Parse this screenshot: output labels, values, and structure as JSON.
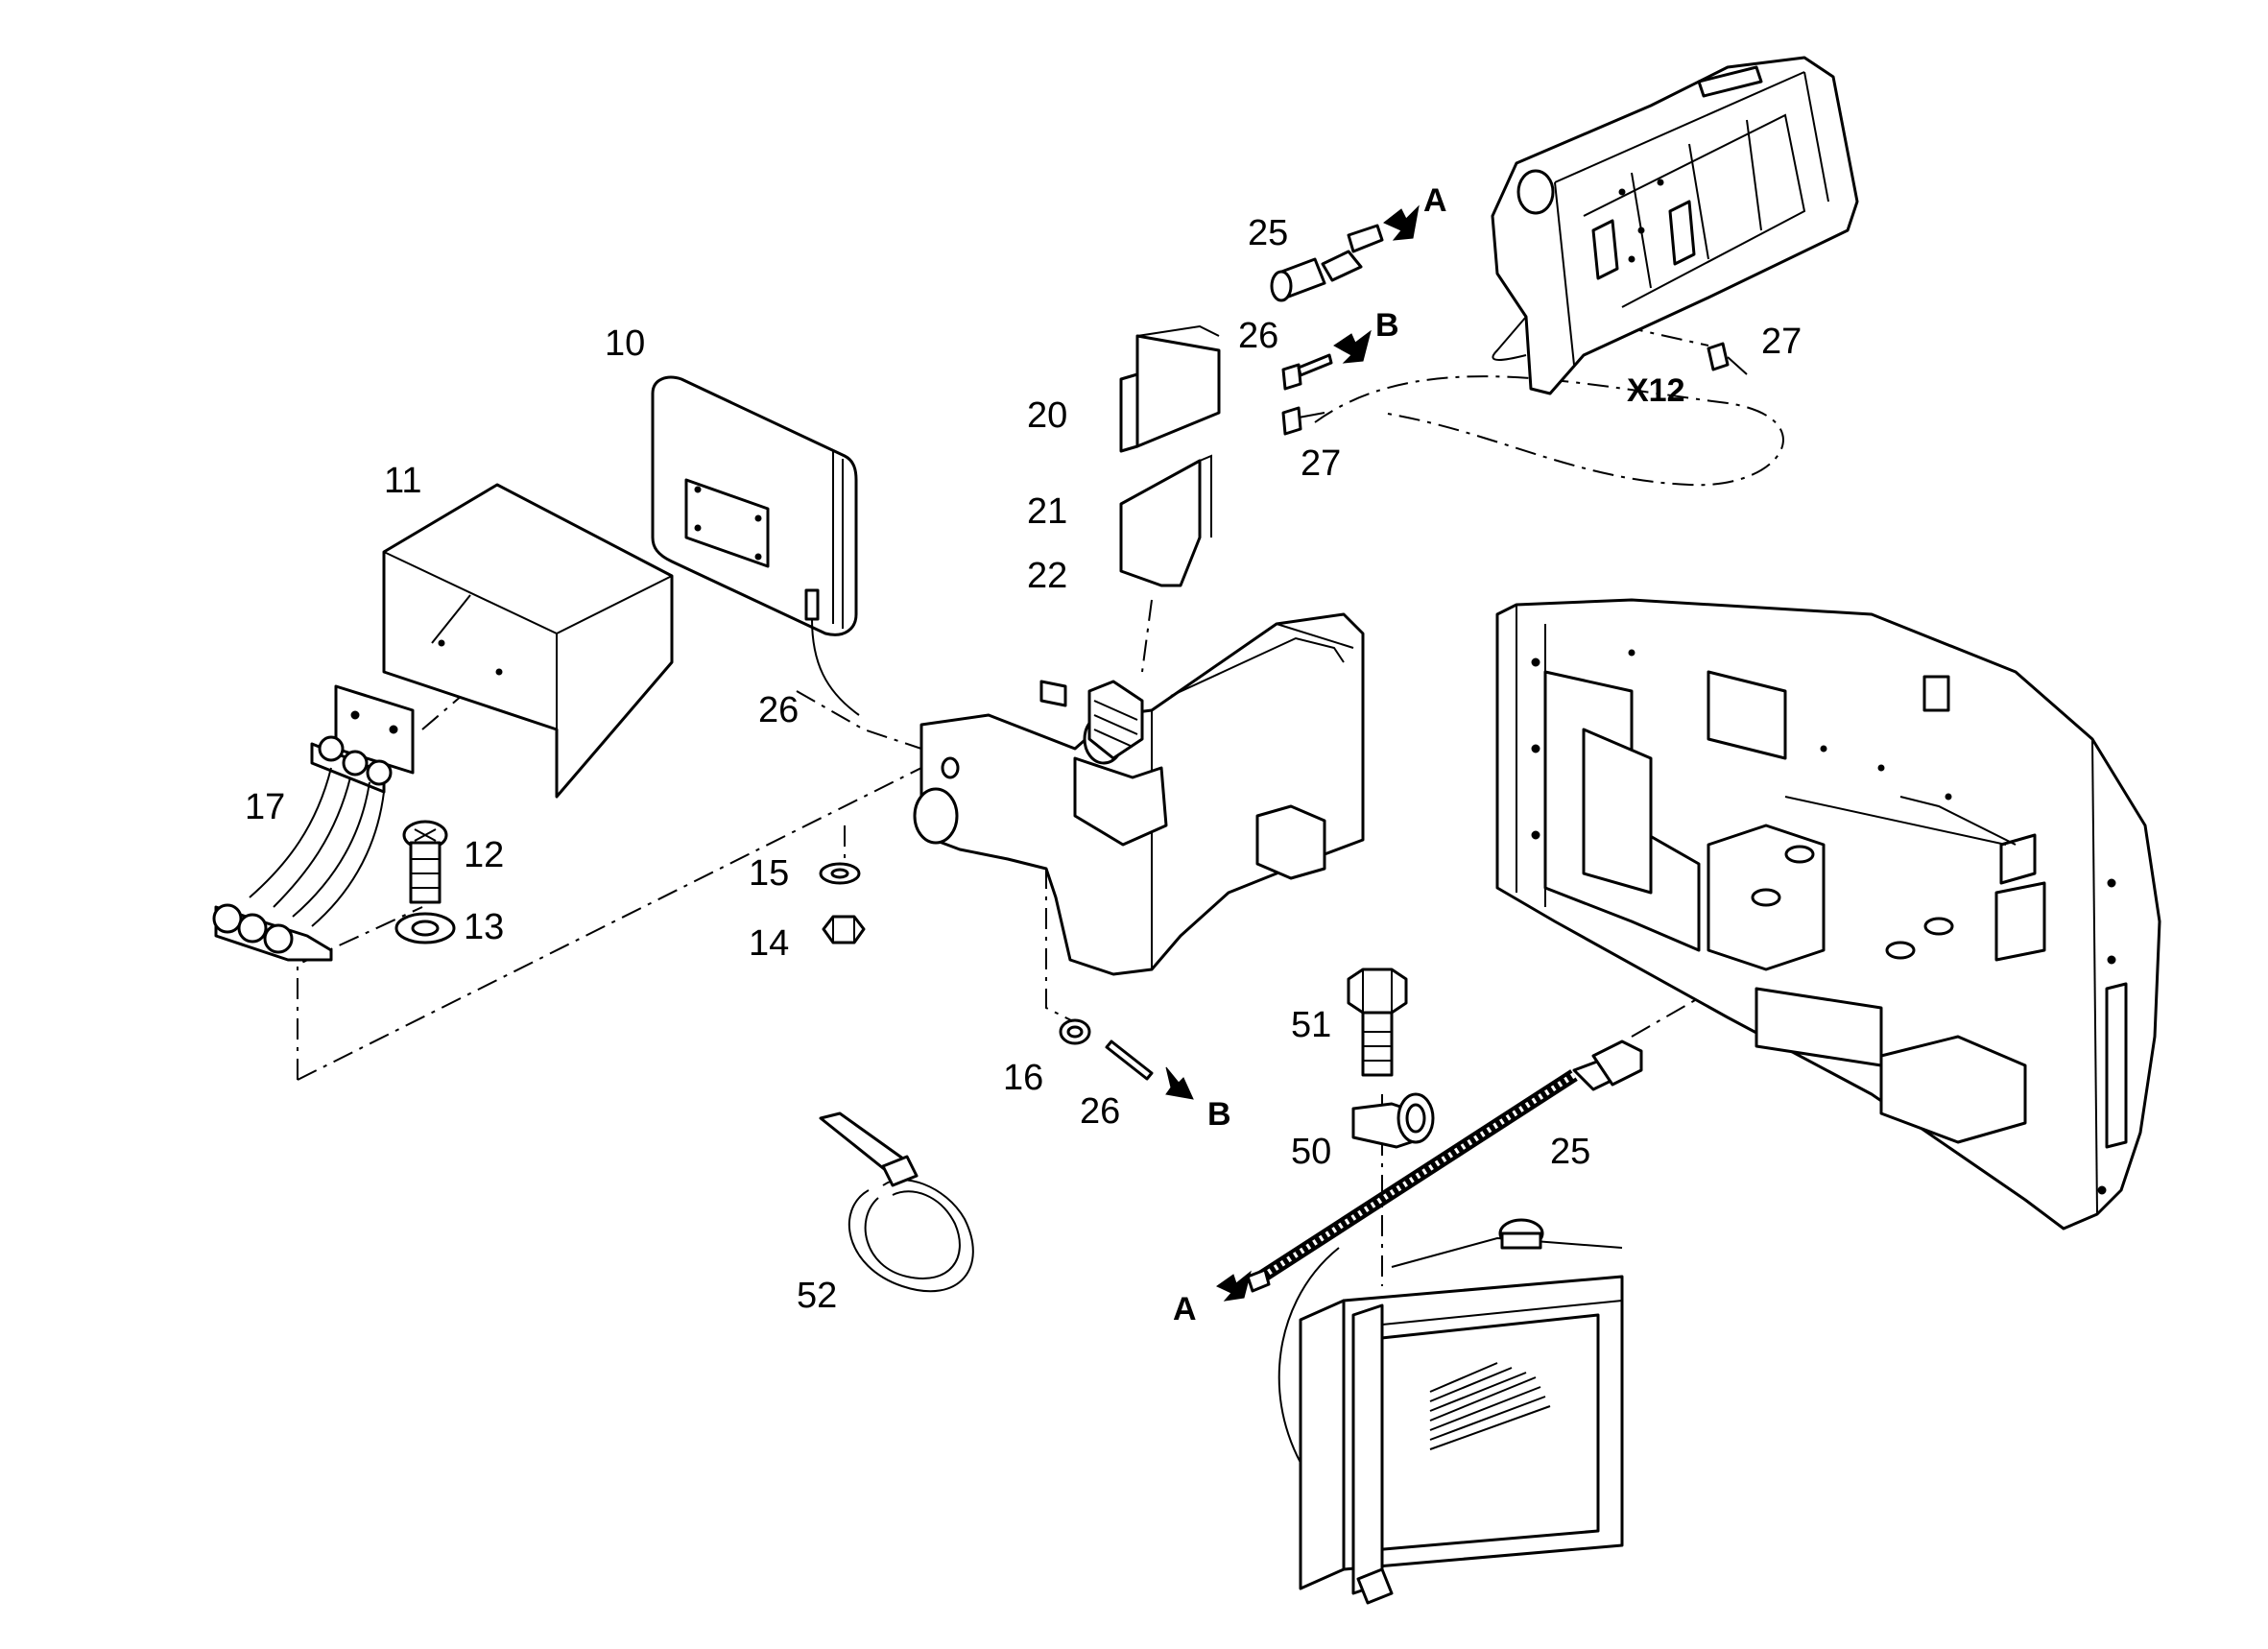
{
  "callouts": {
    "c10": "10",
    "c11": "11",
    "c12": "12",
    "c13": "13",
    "c14": "14",
    "c15": "15",
    "c16": "16",
    "c17": "17",
    "c20": "20",
    "c21": "21",
    "c22": "22",
    "c25a": "25",
    "c25b": "25",
    "c26a": "26",
    "c26b": "26",
    "c26c": "26",
    "c27a": "27",
    "c27b": "27",
    "c50": "50",
    "c51": "51",
    "c52": "52"
  },
  "connectors": {
    "x12": "X12"
  },
  "arrows": {
    "a1": "A",
    "a2": "A",
    "b1": "B",
    "b2": "B"
  }
}
